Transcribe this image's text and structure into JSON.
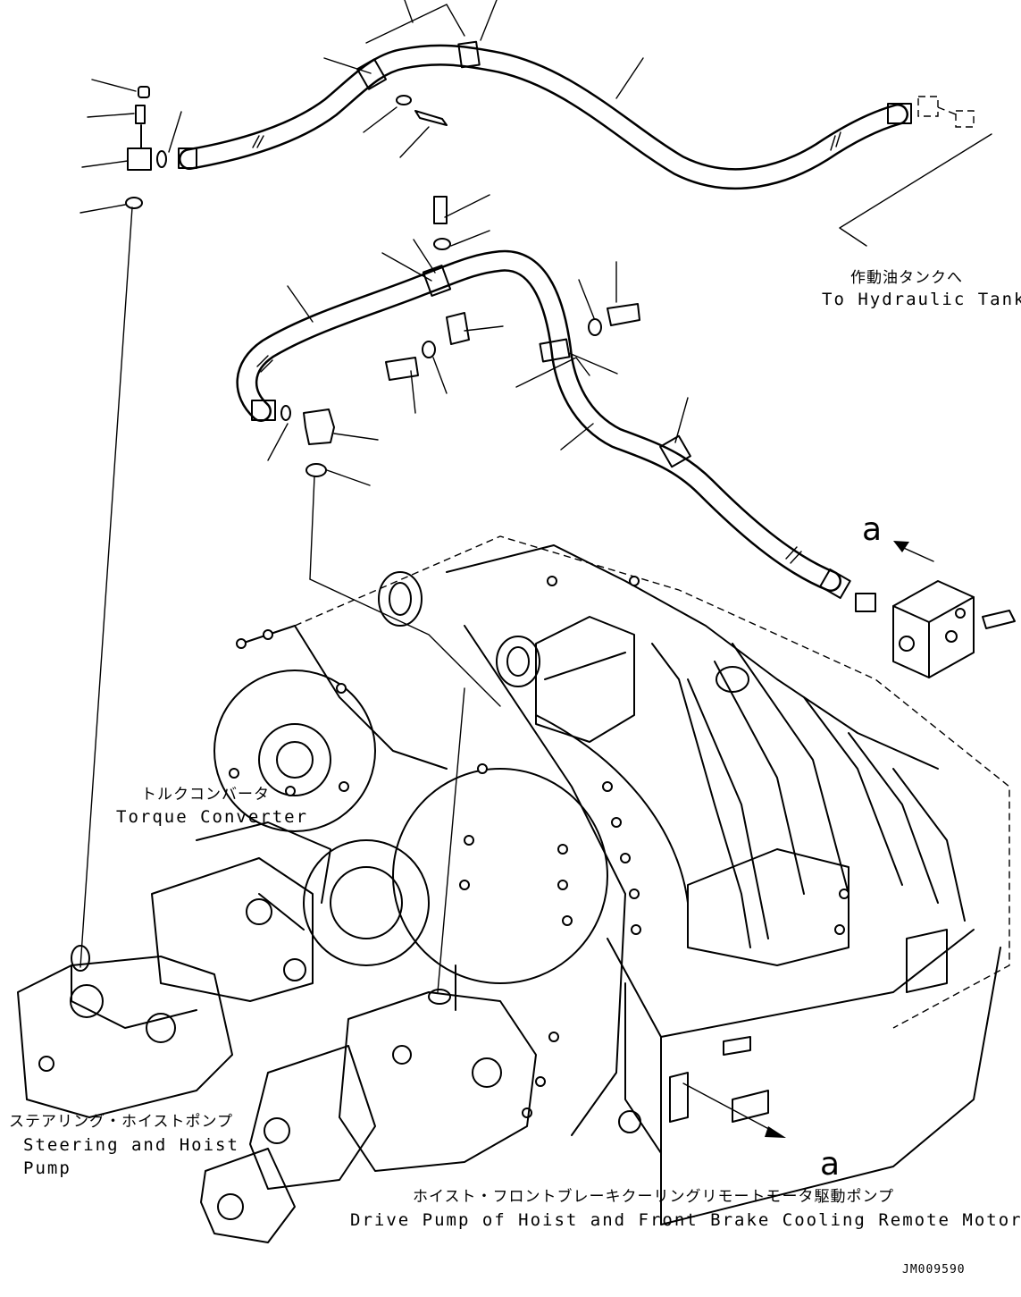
{
  "labels": {
    "tank_jp": "作動油タンクへ",
    "tank_en": "To Hydraulic Tank",
    "view_a_top": "a",
    "converter_jp": "トルクコンバータ",
    "converter_en": "Torque Converter",
    "pump_jp": "ステアリング・ホイストポンプ",
    "pump_en_1": "Steering and Hoist",
    "pump_en_2": "Pump",
    "view_a_bottom": "a",
    "drive_jp": "ホイスト・フロントブレーキクーリングリモートモータ駆動ポンプ",
    "drive_en": "Drive Pump of Hoist and Front Brake Cooling Remote Motor",
    "drawing_no": "JM009590"
  }
}
